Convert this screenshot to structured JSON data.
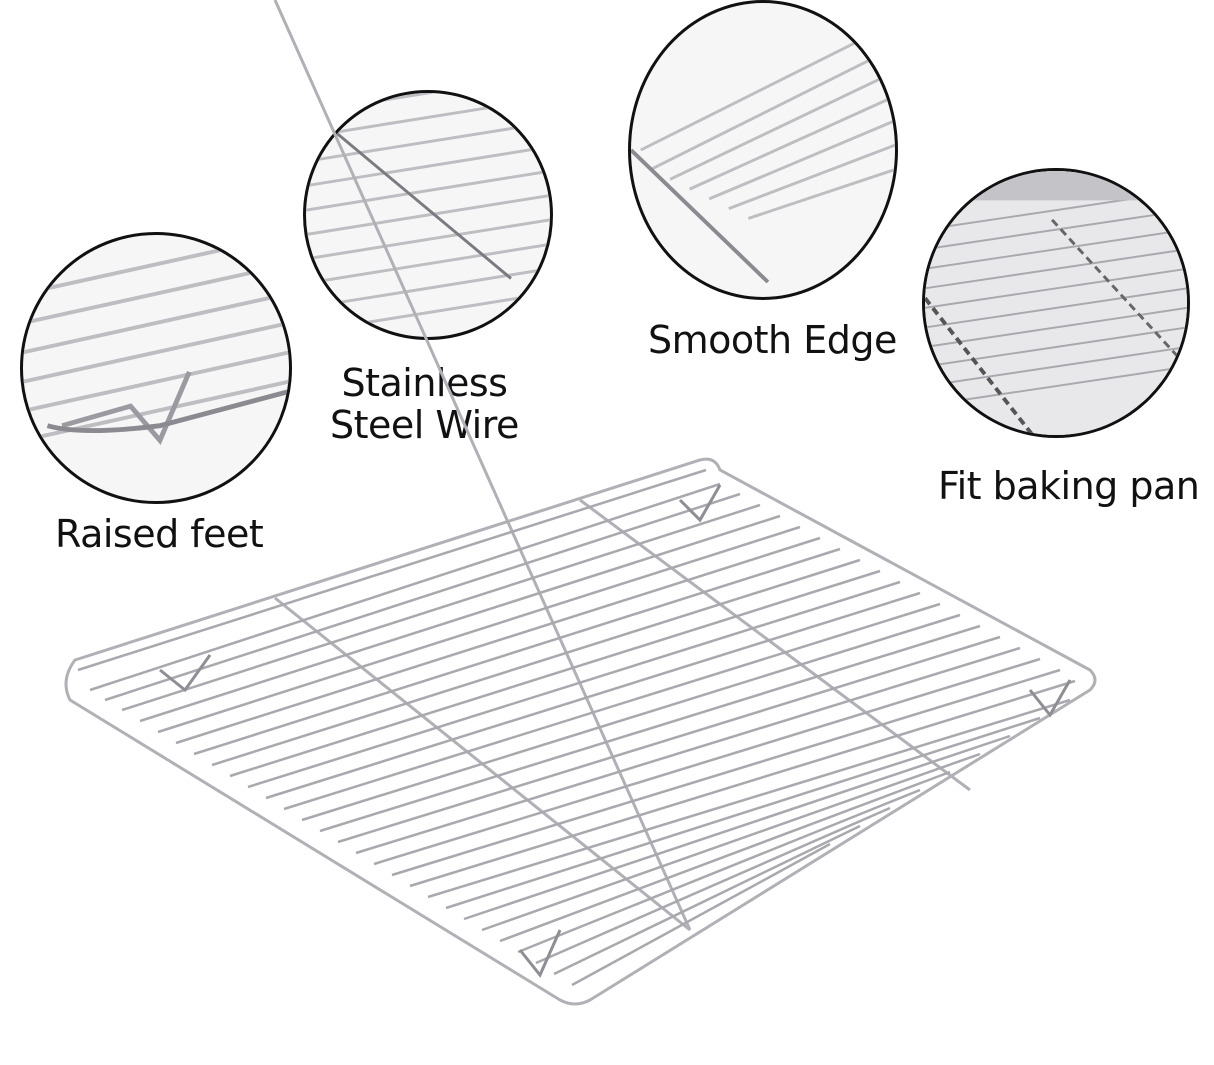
{
  "features": [
    {
      "id": "raised-feet",
      "label": "Raised feet"
    },
    {
      "id": "stainless-steel-wire",
      "label_line1": "Stainless",
      "label_line2": "Steel Wire"
    },
    {
      "id": "smooth-edge",
      "label": "Smooth Edge"
    },
    {
      "id": "fit-baking-pan",
      "label": "Fit baking pan"
    }
  ],
  "product": {
    "name": "cooling-rack",
    "material_color": "#b8b8bc",
    "background": "#ffffff",
    "outline_color": "#111111"
  }
}
